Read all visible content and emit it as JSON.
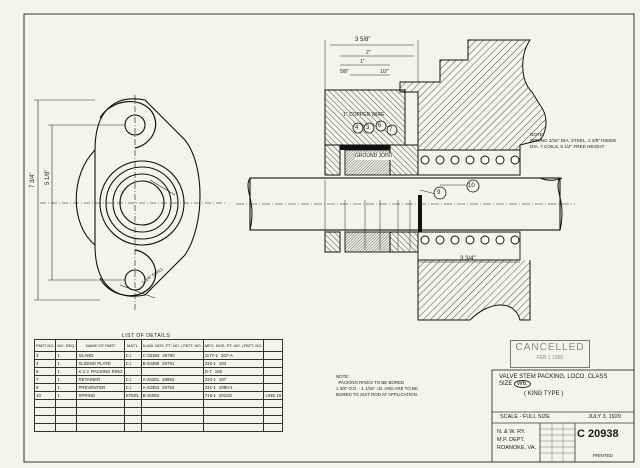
{
  "drawing": {
    "title_line1": "VALVE STEM PACKING, LOCO. CLASS",
    "title_line2": "SIZE",
    "title_class": "W6.",
    "subtitle": "( KING TYPE )",
    "scale": "SCALE - FULL SIZE",
    "date": "JULY 3, 1929",
    "railway_line1": "N. & W. RY.",
    "railway_line2": "M.P. DEPT.",
    "railway_line3": "ROANOKE, VA.",
    "drawing_number": "C 20938",
    "printed_label": "PRINTED",
    "stamp_text": "CANCELLED",
    "stamp_sub": "FEB 1 1956"
  },
  "callouts": {
    "copper_wire": "1\" COPPER WIRE",
    "ground_joint": "GROUND JOINT",
    "note_right": "NOTE:\nSPRING 3/16\" DIA. STEEL, 2 3/8\" INSIDE\nDIA. 7 COILS, 5 1/2\" FREE HEIGHT",
    "note_bottom": "NOTE:\n  PACKING RINGS TO BE BORED\n1 3/8\" O.D. - 1 1/16\" I.D. AND ARE TO BE\nBORED TO SUIT ROD AT APPLICATION.",
    "part_numbers": [
      "4",
      "3",
      "6",
      "7",
      "9",
      "10"
    ],
    "dims_top": [
      "3 5/8\"",
      "2\"",
      "1\"",
      "5/8\"",
      "1/2\""
    ],
    "dim_bottom": "3 3/4\"",
    "dim_left": "7 3/4\"",
    "dim_left_inner": "5 1/8\"",
    "dim_hole": "1 3/4\" DRILL"
  },
  "details": {
    "caption": "LIST OF DETAILS",
    "headers": [
      "PART NO.",
      "NO. REQ.",
      "NAME OF PART",
      "MAT'L",
      "N.&W. NOS. PT. NO. | PATT. NO.",
      "MFG. NOS. PT. NO. | PATT. NO."
    ],
    "rows": [
      {
        "part": "3",
        "req": "1",
        "name": "GLAND",
        "mat": "C.I.",
        "pt": "C-33384",
        "patt": "26760",
        "mpt": "1177-1",
        "mpatt": "207-A",
        "note": ""
      },
      {
        "part": "4",
        "req": "1",
        "name": "SLIDING PLATE",
        "mat": "C.I.",
        "pt": "B-33389",
        "patt": "26781",
        "mpt": "232-1",
        "mpatt": "164",
        "note": ""
      },
      {
        "part": "6",
        "req": "1",
        "name": "K.V.J. PACKING RING",
        "mat": "",
        "pt": "",
        "patt": "",
        "mpt": "D-7",
        "mpatt": "166",
        "note": ""
      },
      {
        "part": "7",
        "req": "1",
        "name": "RETAINER",
        "mat": "C.I.",
        "pt": "A-34261",
        "patt": "26993",
        "mpt": "233-1",
        "mpatt": "167",
        "note": ""
      },
      {
        "part": "9",
        "req": "1",
        "name": "PREVENTER",
        "mat": "C.I.",
        "pt": "A-33383",
        "patt": "26763",
        "mpt": "231-1",
        "mpatt": "2090-1",
        "note": ""
      },
      {
        "part": "10",
        "req": "1",
        "name": "SPRING",
        "mat": "STEEL",
        "pt": "B-25092",
        "patt": "",
        "mpt": "716-1",
        "mpatt": "2010G",
        "note": "LINE 15"
      }
    ]
  }
}
